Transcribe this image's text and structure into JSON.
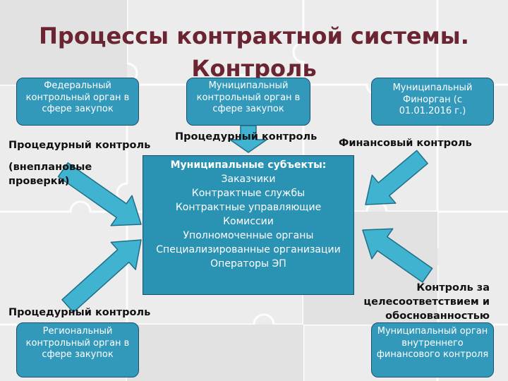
{
  "title": "Процессы контрактной системы. Контроль",
  "colors": {
    "title": "#6b2532",
    "box_fill": "#3399bb",
    "box_border": "#1d4f6b",
    "center_fill": "#2a93b3",
    "arrow_fill": "#3fb3cf",
    "arrow_stroke": "#1f6e87",
    "background": "#ececec"
  },
  "boxes": {
    "federal": "Федеральный контрольный орган в сфере закупок",
    "municipal_control": "Муниципальный контрольный орган в сфере закупок",
    "municipal_finorgan": "Муниципальный Финорган (с 01.01.2016 г.)",
    "regional": "Региональный контрольный орган в сфере закупок",
    "municipal_internal": "Муниципальный орган внутреннего финансового контроля"
  },
  "center": {
    "heading": "Муниципальные субъекты:",
    "items": [
      "Заказчики",
      "Контрактные службы",
      "Контрактные управляющие",
      "Комиссии",
      "Уполномоченные органы",
      "Специализированные организации",
      "Операторы ЭП"
    ]
  },
  "labels": {
    "procedural_top": "Процедурный контроль",
    "procedural_left": "Процедурный контроль",
    "unscheduled_line1": "(внеплановые",
    "unscheduled_line2": "проверки)",
    "financial": "Финансовый контроль",
    "procedural_bottom": "Процедурный контроль",
    "expediency_line1": "Контроль за",
    "expediency_line2": "целесоответствием и",
    "expediency_line3": "обоснованностью"
  }
}
